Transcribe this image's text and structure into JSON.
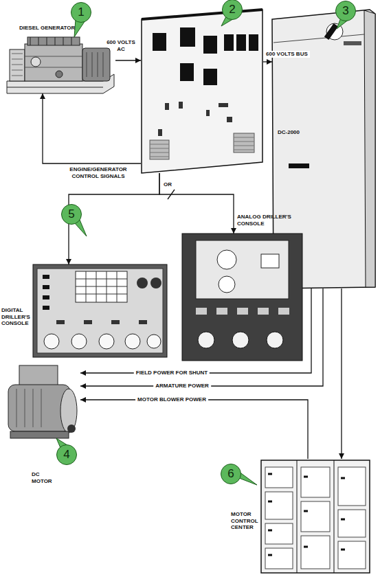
{
  "diagram": {
    "nodes": [
      {
        "text": [
          "1",
          "DIESEL GENERATOR"
        ]
      },
      {
        "text": [
          "2"
        ]
      },
      {
        "text": [
          "3",
          "DC-2000"
        ]
      },
      {
        "text": [
          "5",
          "DIGITAL DRILLER'S CONSOLE"
        ]
      },
      {
        "text": [
          "ANALOG DRILLER'S CONSOLE"
        ]
      },
      {
        "text": [
          "4",
          "DC MOTOR"
        ]
      },
      {
        "text": [
          "6",
          "MOTOR CONTROL CENTER"
        ]
      }
    ],
    "edges": [
      {
        "from": 0,
        "to": 1,
        "arrow": "to",
        "label": "600 VOLTS AC"
      },
      {
        "from": 1,
        "to": 2,
        "arrow": "to",
        "label": "600 VOLTS BUS"
      },
      {
        "from": 1,
        "to": 0,
        "arrow": "to",
        "label": "ENGINE/GENERATOR CONTROL SIGNALS"
      },
      {
        "from": 1,
        "to": 3,
        "arrow": "to"
      },
      {
        "from": 1,
        "to": 4,
        "arrow": "to"
      },
      {
        "from": 2,
        "to": 5,
        "arrow": "to",
        "label": "FIELD POWER FOR SHUNT"
      },
      {
        "from": 2,
        "to": 5,
        "arrow": "to",
        "label": "ARMATURE POWER"
      },
      {
        "from": 6,
        "to": 5,
        "arrow": "to",
        "label": "MOTOR BLOWER POWER"
      },
      {
        "from": 2,
        "to": 6,
        "arrow": "to"
      }
    ],
    "labels": [
      "OR"
    ]
  }
}
